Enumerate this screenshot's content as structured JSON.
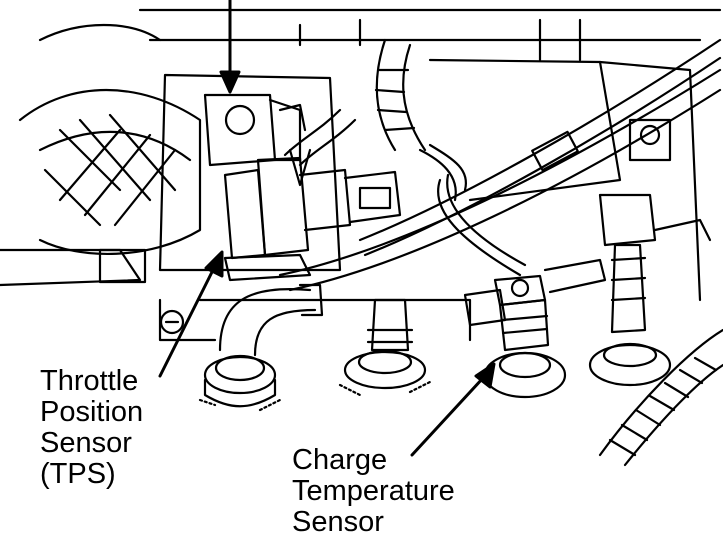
{
  "labels": {
    "tps": [
      "Throttle",
      "Position",
      "Sensor",
      "(TPS)"
    ],
    "charge_temp": [
      "Charge",
      "Temperature",
      "Sensor"
    ]
  },
  "colors": {
    "ink": "#000000",
    "paper": "#ffffff"
  }
}
